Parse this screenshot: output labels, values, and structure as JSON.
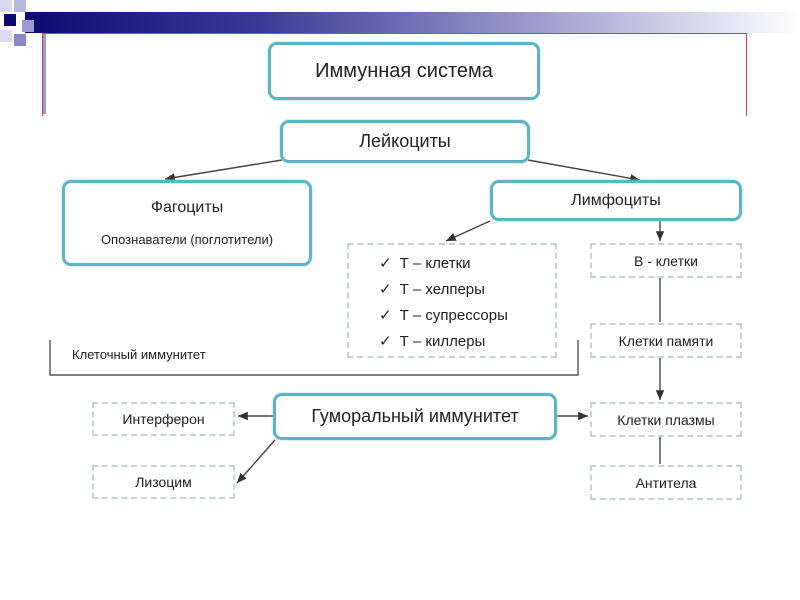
{
  "title": "Иммунная система",
  "leukocytes": "Лейкоциты",
  "phagocytes": {
    "title": "Фагоциты",
    "subtitle": "Опознаватели (поглотители)"
  },
  "lymphocytes": "Лимфоциты",
  "t_cells": [
    "Т – клетки",
    "Т – хелперы",
    "Т – супрессоры",
    "Т – киллеры"
  ],
  "check_glyph": "✓",
  "b_cells": "В - клетки",
  "memory_cells": "Клетки памяти",
  "cellular_immunity": "Клеточный иммунитет",
  "humoral_immunity": "Гуморальный иммунитет",
  "interferon": "Интерферон",
  "lysozyme": "Лизоцим",
  "plasma_cells": "Клетки плазмы",
  "antibodies": "Антитела",
  "colors": {
    "box_border": "#5fb3c4",
    "dashed_border": "#c9cfd4",
    "banner": "#0b0b70"
  }
}
